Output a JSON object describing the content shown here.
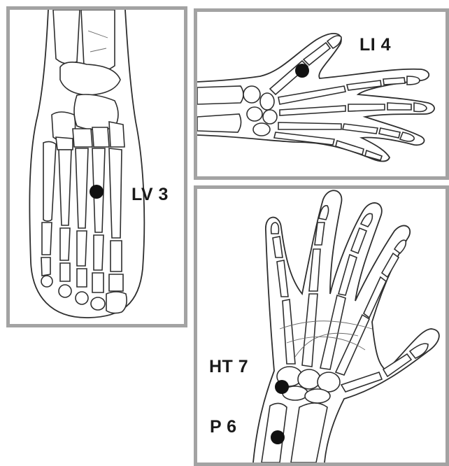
{
  "labels": {
    "lv3": "LV 3",
    "li4": "LI 4",
    "ht7": "HT 7",
    "p6": "P 6"
  },
  "colors": {
    "panel_border": "#a3a3a3",
    "point": "#111111",
    "label_text": "#1a1a1a"
  }
}
